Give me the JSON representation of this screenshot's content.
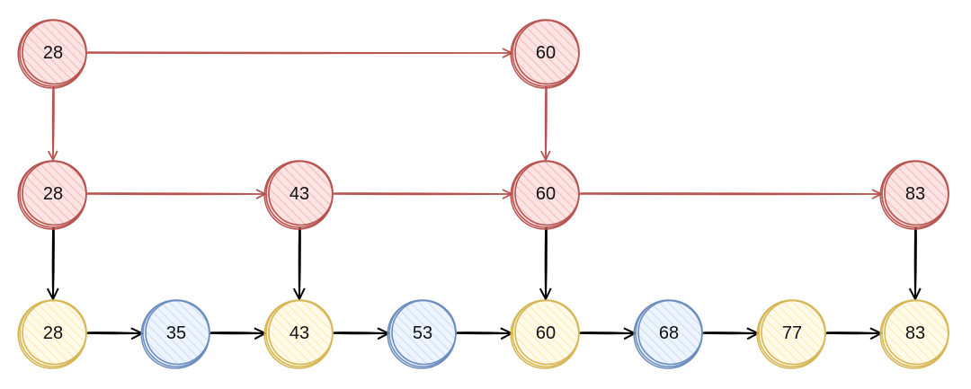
{
  "diagram": {
    "type": "skip-list",
    "colors": {
      "index": {
        "stroke": "#b85450",
        "fill": "#f8cecc"
      },
      "key": {
        "stroke": "#d6b656",
        "fill": "#fff2cc"
      },
      "other": {
        "stroke": "#6c8ebf",
        "fill": "#dae8fc"
      },
      "arrow_index": "#b85450",
      "arrow_data": "#000000"
    },
    "levels": [
      {
        "name": "level-2",
        "nodes": [
          {
            "id": "l2-28",
            "label": "28",
            "style": "index"
          },
          {
            "id": "l2-60",
            "label": "60",
            "style": "index"
          }
        ]
      },
      {
        "name": "level-1",
        "nodes": [
          {
            "id": "l1-28",
            "label": "28",
            "style": "index"
          },
          {
            "id": "l1-43",
            "label": "43",
            "style": "index"
          },
          {
            "id": "l1-60",
            "label": "60",
            "style": "index"
          },
          {
            "id": "l1-83",
            "label": "83",
            "style": "index"
          }
        ]
      },
      {
        "name": "level-0",
        "nodes": [
          {
            "id": "l0-28",
            "label": "28",
            "style": "key"
          },
          {
            "id": "l0-35",
            "label": "35",
            "style": "other"
          },
          {
            "id": "l0-43",
            "label": "43",
            "style": "key"
          },
          {
            "id": "l0-53",
            "label": "53",
            "style": "other"
          },
          {
            "id": "l0-60",
            "label": "60",
            "style": "key"
          },
          {
            "id": "l0-68",
            "label": "68",
            "style": "other"
          },
          {
            "id": "l0-77",
            "label": "77",
            "style": "key"
          },
          {
            "id": "l0-83",
            "label": "83",
            "style": "key"
          }
        ]
      }
    ],
    "edges": [
      {
        "from": "l2-28",
        "to": "l2-60",
        "kind": "index"
      },
      {
        "from": "l2-28",
        "to": "l1-28",
        "kind": "index"
      },
      {
        "from": "l2-60",
        "to": "l1-60",
        "kind": "index"
      },
      {
        "from": "l1-28",
        "to": "l1-43",
        "kind": "index"
      },
      {
        "from": "l1-43",
        "to": "l1-60",
        "kind": "index"
      },
      {
        "from": "l1-60",
        "to": "l1-83",
        "kind": "index"
      },
      {
        "from": "l1-28",
        "to": "l0-28",
        "kind": "data"
      },
      {
        "from": "l1-43",
        "to": "l0-43",
        "kind": "data"
      },
      {
        "from": "l1-60",
        "to": "l0-60",
        "kind": "data"
      },
      {
        "from": "l1-83",
        "to": "l0-83",
        "kind": "data"
      },
      {
        "from": "l0-28",
        "to": "l0-35",
        "kind": "data"
      },
      {
        "from": "l0-35",
        "to": "l0-43",
        "kind": "data"
      },
      {
        "from": "l0-43",
        "to": "l0-53",
        "kind": "data"
      },
      {
        "from": "l0-53",
        "to": "l0-60",
        "kind": "data"
      },
      {
        "from": "l0-60",
        "to": "l0-68",
        "kind": "data"
      },
      {
        "from": "l0-68",
        "to": "l0-77",
        "kind": "data"
      },
      {
        "from": "l0-77",
        "to": "l0-83",
        "kind": "data"
      }
    ]
  }
}
